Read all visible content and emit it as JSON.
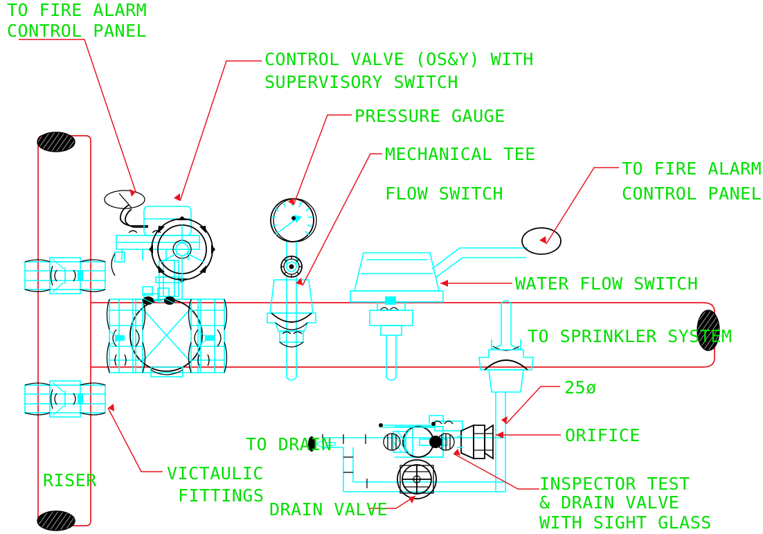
{
  "drawing": {
    "title": "Fire Sprinkler Riser Detail",
    "colors": {
      "pipe_red": "#e8141e",
      "component_cyan": "#00ffff",
      "annotation_green": "#00e000",
      "outline_black": "#000000",
      "background": "#ffffff"
    }
  },
  "labels": {
    "fire_alarm_panel_left": {
      "line1": "TO FIRE ALARM",
      "line2": "CONTROL PANEL"
    },
    "control_valve": {
      "line1": "CONTROL VALVE (OS&Y) WITH",
      "line2": "SUPERVISORY SWITCH"
    },
    "pressure_gauge": {
      "line1": "PRESSURE GAUGE"
    },
    "mechanical_tee": {
      "line1": "MECHANICAL TEE",
      "line2": "FLOW SWITCH"
    },
    "fire_alarm_panel_right": {
      "line1": "TO FIRE ALARM",
      "line2": "CONTROL PANEL"
    },
    "water_flow_switch": {
      "line1": "WATER FLOW SWITCH"
    },
    "to_sprinkler_system": {
      "line1": "TO SPRINKLER SYSTEM"
    },
    "pipe_size": {
      "line1": "25ø"
    },
    "orifice": {
      "line1": "ORIFICE"
    },
    "to_drain": {
      "line1": "TO DRAIN"
    },
    "riser": {
      "line1": "RISER"
    },
    "victaulic_fittings": {
      "line1": "VICTAULIC",
      "line2": "FITTINGS"
    },
    "drain_valve": {
      "line1": "DRAIN VALVE"
    },
    "inspector_test": {
      "line1": "INSPECTOR TEST",
      "line2": "& DRAIN VALVE",
      "line3": "WITH SIGHT GLASS"
    }
  },
  "components": [
    {
      "name": "riser-pipe",
      "type": "vertical-pipe",
      "note": "red vertical riser with hatched break ellipses top and bottom"
    },
    {
      "name": "victaulic-coupling-upper",
      "type": "grooved-coupling"
    },
    {
      "name": "victaulic-coupling-lower",
      "type": "grooved-coupling"
    },
    {
      "name": "os-and-y-control-valve",
      "type": "butterfly-valve-with-handwheel"
    },
    {
      "name": "supervisory-switch",
      "type": "switch-box-with-conduit-ellipse"
    },
    {
      "name": "pressure-gauge",
      "type": "dial-gauge"
    },
    {
      "name": "gauge-shutoff-valve",
      "type": "small-valve"
    },
    {
      "name": "mechanical-tee-gauge",
      "type": "saddle-clamp"
    },
    {
      "name": "water-flow-switch",
      "type": "paddle-flow-switch"
    },
    {
      "name": "flow-switch-conduit-body",
      "type": "conduit-oval"
    },
    {
      "name": "mechanical-tee-test",
      "type": "saddle-clamp"
    },
    {
      "name": "inspector-test-ball-valve",
      "type": "ball-valve-with-handle"
    },
    {
      "name": "sight-glass",
      "type": "sight-glass-port"
    },
    {
      "name": "union-fitting",
      "type": "pipe-union"
    },
    {
      "name": "drain-valve",
      "type": "gate-valve-with-handwheel"
    },
    {
      "name": "drain-pipe",
      "type": "horizontal-pipe-with-flow-arrow"
    }
  ]
}
